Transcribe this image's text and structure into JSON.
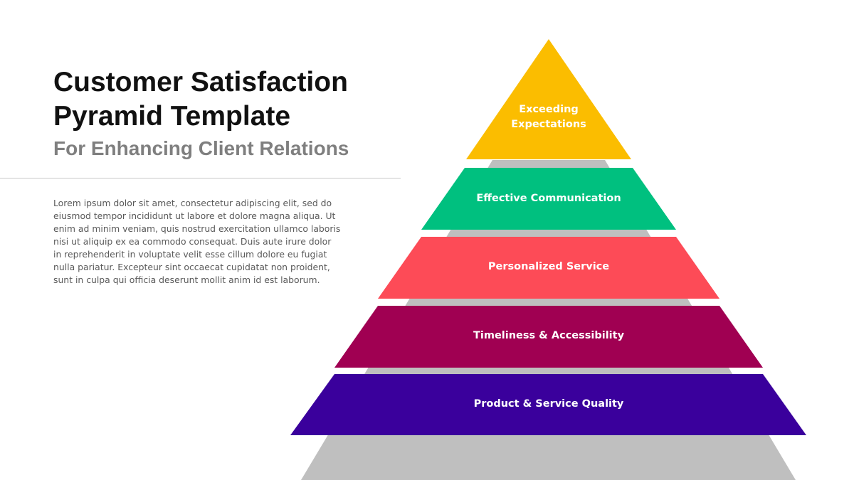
{
  "title": "Customer Satisfaction\nPyramid Template",
  "subtitle": "For Enhancing Client Relations",
  "body": "Lorem ipsum dolor sit amet, consectetur adipiscing elit, sed do eiusmod tempor incididunt ut labore et dolore magna aliqua. Ut enim ad minim veniam, quis nostrud exercitation ullamco laboris nisi ut aliquip ex ea commodo consequat. Duis aute irure dolor in reprehenderit in voluptate velit esse cillum dolore eu fugiat nulla pariatur. Excepteur sint occaecat cupidatat non proident, sunt in culpa qui officia deserunt mollit anim id est laborum.",
  "pyramid": {
    "levels": [
      {
        "label_line1": "Exceeding",
        "label_line2": "Expectations",
        "color": "#fbbd00"
      },
      {
        "label": "Effective Communication",
        "color": "#00c07f"
      },
      {
        "label": "Personalized Service",
        "color": "#fd4b57"
      },
      {
        "label": "Timeliness & Accessibility",
        "color": "#a00052"
      },
      {
        "label": "Product & Service Quality",
        "color": "#3a009c"
      }
    ],
    "shadow_color": "#bfbfbf"
  }
}
